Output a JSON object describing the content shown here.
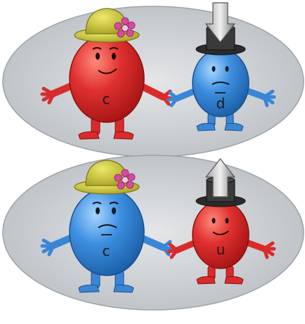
{
  "panels": [
    {
      "left": {
        "quark": "c",
        "color": "#d92b2b",
        "hat": "bonnet",
        "hat_color": "#c8c431",
        "flower_color": "#d94aa0"
      },
      "right": {
        "quark": "d",
        "color": "#3a86d6",
        "hat": "top-hat",
        "hat_color": "#2b2b2b",
        "spin_arrow": "down"
      }
    },
    {
      "left": {
        "quark": "c",
        "color": "#3a86d6",
        "hat": "bonnet",
        "hat_color": "#c8c431",
        "flower_color": "#d94aa0"
      },
      "right": {
        "quark": "u",
        "color": "#d92b2b",
        "hat": "top-hat",
        "hat_color": "#2b2b2b",
        "spin_arrow": "up"
      }
    }
  ],
  "colors": {
    "ellipse_fill": "#c9ccd0",
    "ellipse_stroke": "#9ea3a8",
    "arrow": "#7d7d7d"
  }
}
